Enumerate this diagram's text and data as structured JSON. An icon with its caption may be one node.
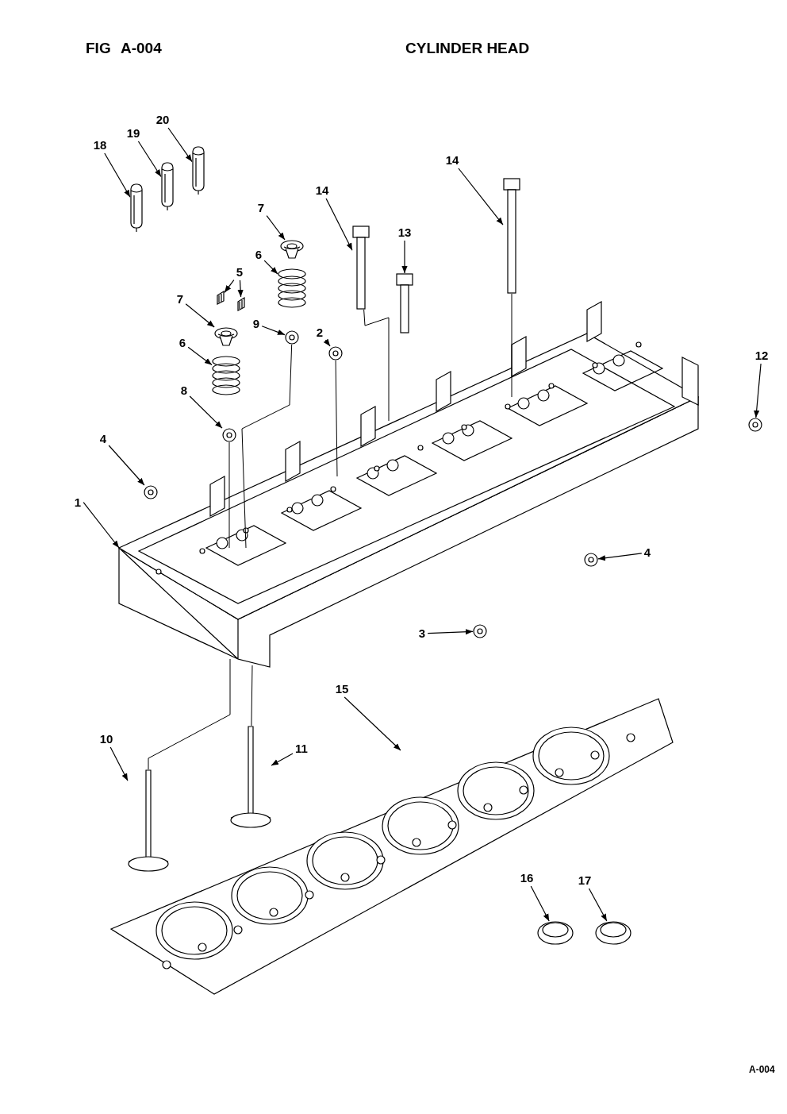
{
  "diagram": {
    "title": "CYLINDER HEAD",
    "nodes": [
      {
        "text": [
          "20"
        ]
      },
      {
        "text": [
          "19"
        ]
      },
      {
        "text": [
          "18"
        ]
      },
      {
        "text": [
          "14"
        ]
      },
      {
        "text": [
          "14"
        ]
      },
      {
        "text": [
          "7"
        ]
      },
      {
        "text": [
          "13"
        ]
      },
      {
        "text": [
          "6"
        ]
      },
      {
        "text": [
          "5"
        ]
      },
      {
        "text": [
          "7"
        ]
      },
      {
        "text": [
          "9"
        ]
      },
      {
        "text": [
          "2"
        ]
      },
      {
        "text": [
          "6"
        ]
      },
      {
        "text": [
          "12"
        ]
      },
      {
        "text": [
          "8"
        ]
      },
      {
        "text": [
          "4"
        ]
      },
      {
        "text": [
          "1"
        ]
      },
      {
        "text": [
          "4"
        ]
      },
      {
        "text": [
          "3"
        ]
      },
      {
        "text": [
          "15"
        ]
      },
      {
        "text": [
          "10"
        ]
      },
      {
        "text": [
          "11"
        ]
      },
      {
        "text": [
          "16"
        ]
      },
      {
        "text": [
          "17"
        ]
      },
      {
        "text": [],
        "shape": "picture"
      },
      {
        "text": [],
        "shape": "picture"
      },
      {
        "text": [],
        "shape": "picture"
      },
      {
        "text": [],
        "shape": "picture"
      },
      {
        "text": [],
        "shape": "picture"
      },
      {
        "text": [],
        "shape": "picture"
      },
      {
        "text": [],
        "shape": "picture"
      },
      {
        "text": [],
        "shape": "picture"
      },
      {
        "text": [],
        "shape": "picture"
      },
      {
        "text": [],
        "shape": "picture"
      },
      {
        "text": [],
        "shape": "picture"
      },
      {
        "text": [],
        "shape": "picture"
      },
      {
        "text": [],
        "shape": "picture"
      },
      {
        "text": [],
        "shape": "picture"
      },
      {
        "text": [],
        "shape": "picture"
      },
      {
        "text": [],
        "shape": "picture"
      },
      {
        "text": [],
        "shape": "picture"
      },
      {
        "text": [],
        "shape": "picture"
      },
      {
        "text": [],
        "shape": "picture"
      },
      {
        "text": [],
        "shape": "picture"
      },
      {
        "text": [],
        "shape": "picture"
      },
      {
        "text": [],
        "shape": "picture"
      },
      {
        "text": [],
        "shape": "picture"
      },
      {
        "text": [],
        "shape": "picture"
      },
      {
        "text": [],
        "shape": "picture"
      }
    ],
    "edges": [
      {
        "from": 0,
        "to": 24,
        "arrow": "to"
      },
      {
        "from": 1,
        "to": 25,
        "arrow": "to"
      },
      {
        "from": 2,
        "to": 26,
        "arrow": "to"
      },
      {
        "from": 3,
        "to": 27,
        "arrow": "to"
      },
      {
        "from": 4,
        "to": 28,
        "arrow": "to"
      },
      {
        "from": 5,
        "to": 29,
        "arrow": "to"
      },
      {
        "from": 6,
        "to": 30,
        "arrow": "to"
      },
      {
        "from": 7,
        "to": 31,
        "arrow": "to"
      },
      {
        "from": 8,
        "to": 32,
        "arrow": "to"
      },
      {
        "from": 8,
        "to": 33,
        "arrow": "to"
      },
      {
        "from": 9,
        "to": 34,
        "arrow": "to"
      },
      {
        "from": 10,
        "to": 35,
        "arrow": "to"
      },
      {
        "from": 11,
        "to": 36,
        "arrow": "to"
      },
      {
        "from": 12,
        "to": 37,
        "arrow": "to"
      },
      {
        "from": 13,
        "to": 38,
        "arrow": "to"
      },
      {
        "from": 14,
        "to": 39,
        "arrow": "to"
      },
      {
        "from": 15,
        "to": 40,
        "arrow": "to"
      },
      {
        "from": 16,
        "to": 41,
        "arrow": "to"
      },
      {
        "from": 17,
        "to": 42,
        "arrow": "to"
      },
      {
        "from": 18,
        "to": 43,
        "arrow": "to"
      },
      {
        "from": 19,
        "to": 44,
        "arrow": "to"
      },
      {
        "from": 20,
        "to": 45,
        "arrow": "to"
      },
      {
        "from": 21,
        "to": 46,
        "arrow": "to"
      },
      {
        "from": 22,
        "to": 47,
        "arrow": "to"
      },
      {
        "from": 23,
        "to": 48,
        "arrow": "to"
      },
      {
        "from": 39,
        "to": 41,
        "arrow": "none"
      },
      {
        "from": 35,
        "to": 41,
        "arrow": "none"
      },
      {
        "from": 36,
        "to": 41,
        "arrow": "none"
      },
      {
        "from": 28,
        "to": 41,
        "arrow": "none"
      },
      {
        "from": 27,
        "to": 41,
        "arrow": "none"
      },
      {
        "from": 41,
        "to": 45,
        "arrow": "none"
      },
      {
        "from": 41,
        "to": 46,
        "arrow": "none"
      }
    ],
    "labels": [
      "FIG",
      "A-004",
      "A-004"
    ]
  }
}
